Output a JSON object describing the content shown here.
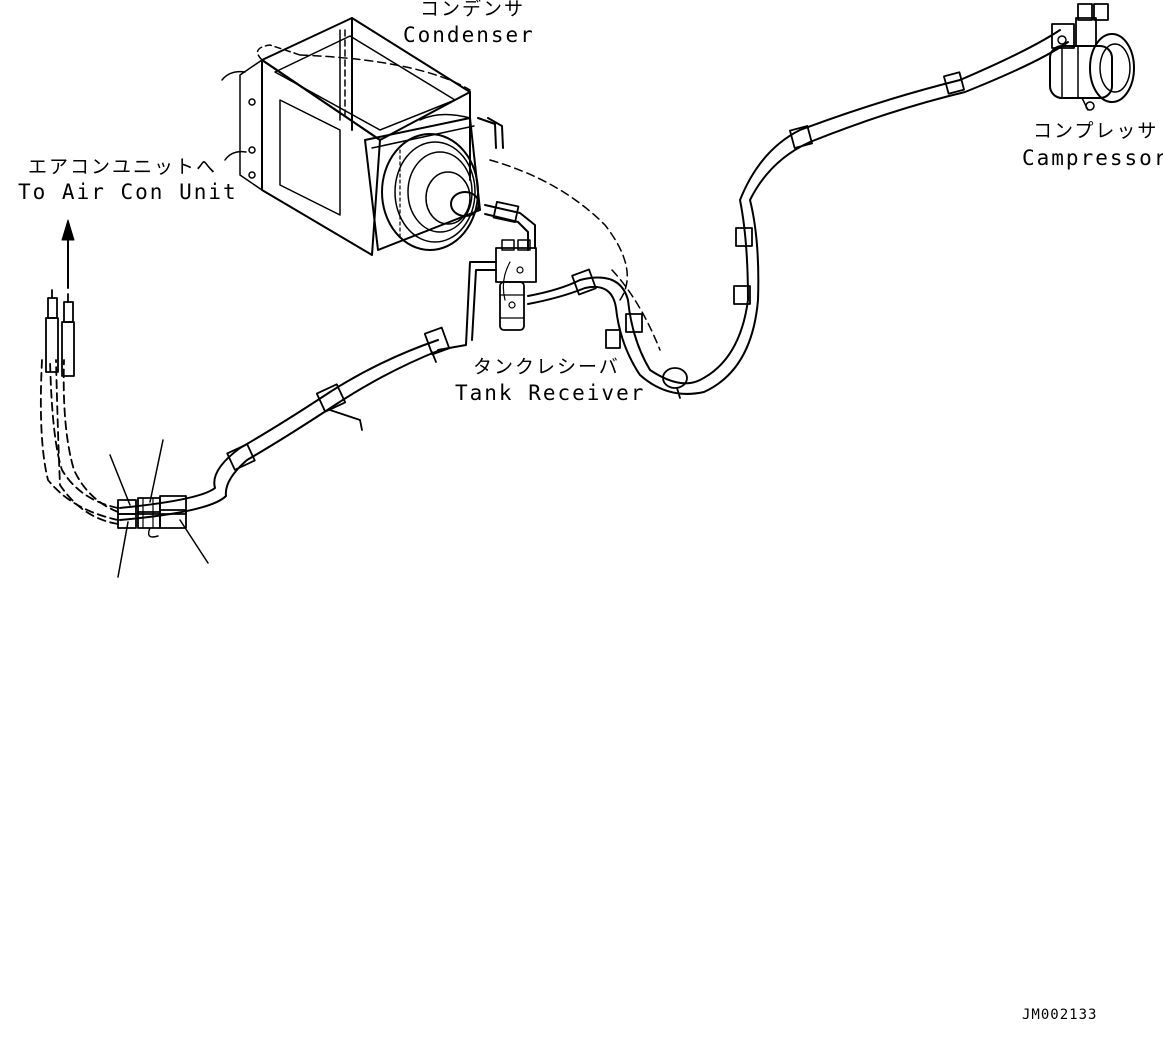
{
  "labels": {
    "condenser_jp": "コンデンサ",
    "condenser_en": "Condenser",
    "compressor_jp": "コンプレッサ",
    "compressor_en": "Campressor",
    "aircon_jp": "エアコンユニットへ",
    "aircon_en": "To Air Con Unit",
    "tank_jp": "タンクレシーバ",
    "tank_en": "Tank Receiver"
  },
  "drawing_code": "JM002133",
  "colors": {
    "line": "#000000",
    "background": "#ffffff"
  }
}
